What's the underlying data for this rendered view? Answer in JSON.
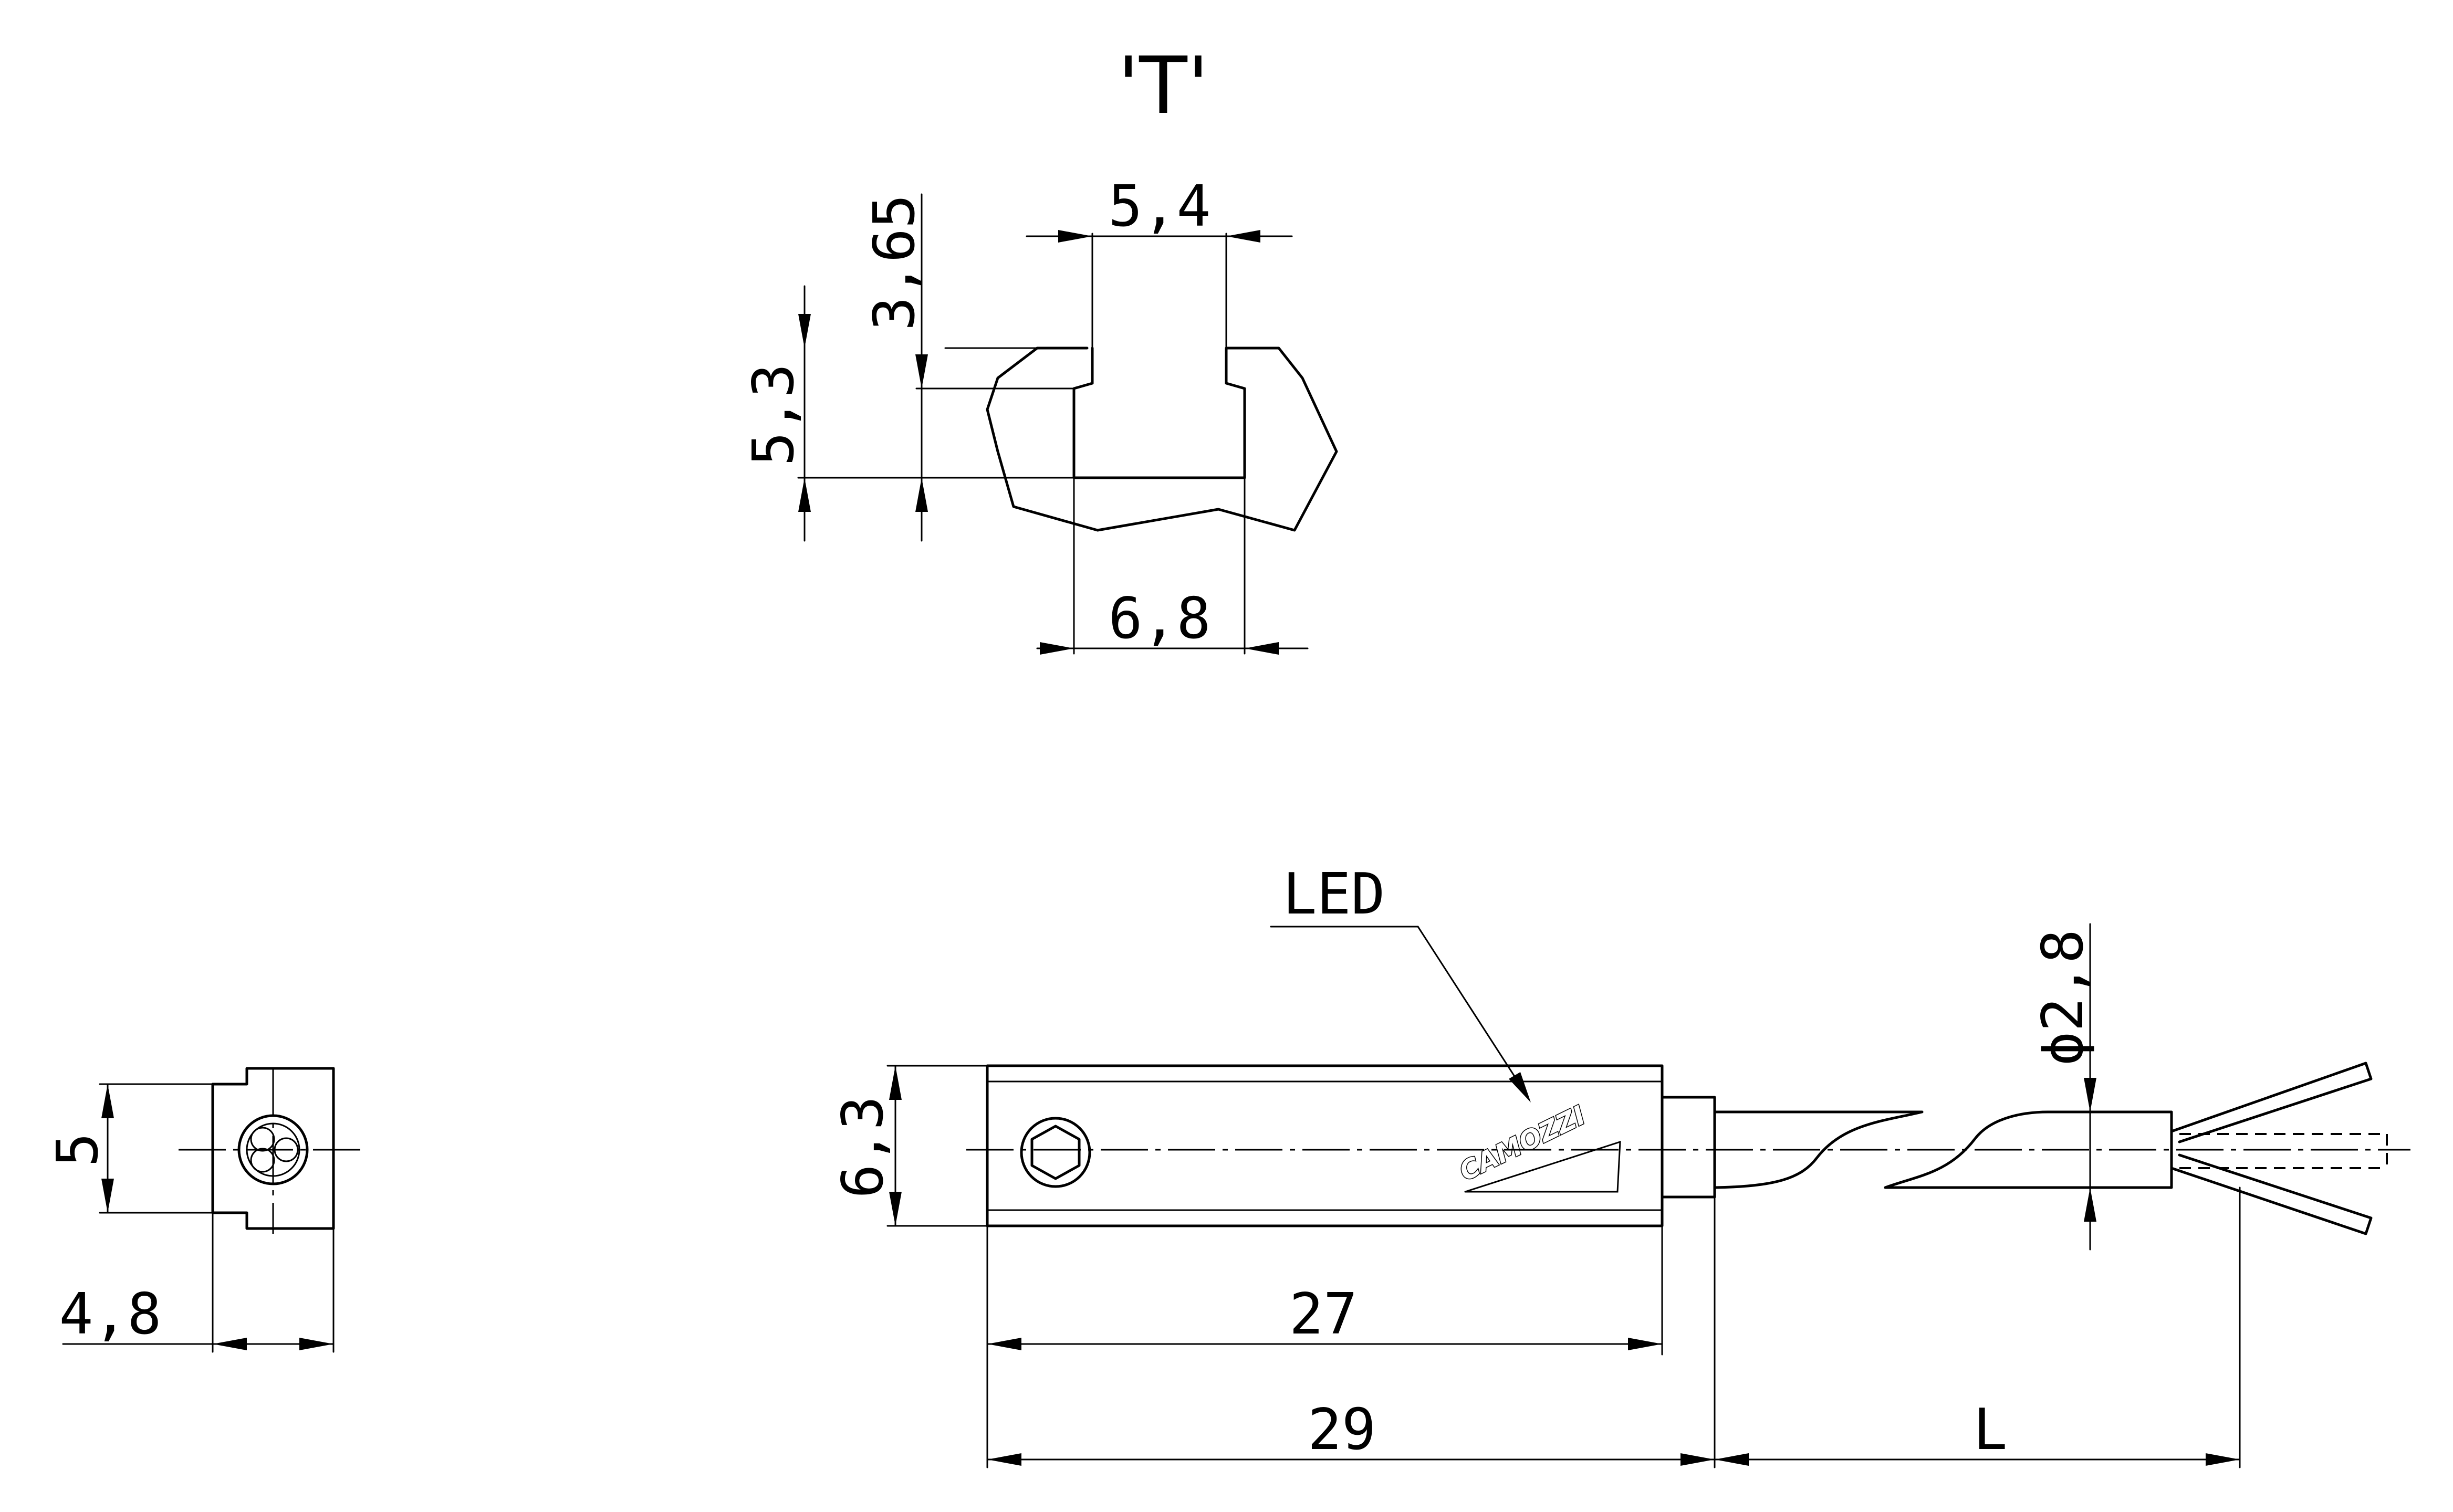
{
  "title": "'T'",
  "dimensions": {
    "slot_width_top": "5,4",
    "slot_depth": "3,65",
    "slot_height": "5,3",
    "slot_width_bottom": "6,8",
    "end_height": "5",
    "end_width": "4,8",
    "body_height": "6,3",
    "body_length": "27",
    "overall_length": "29",
    "cable_length": "L",
    "cable_diameter": "ϕ2,8"
  },
  "callouts": {
    "led": "LED"
  },
  "logo": "CAMOZZI"
}
